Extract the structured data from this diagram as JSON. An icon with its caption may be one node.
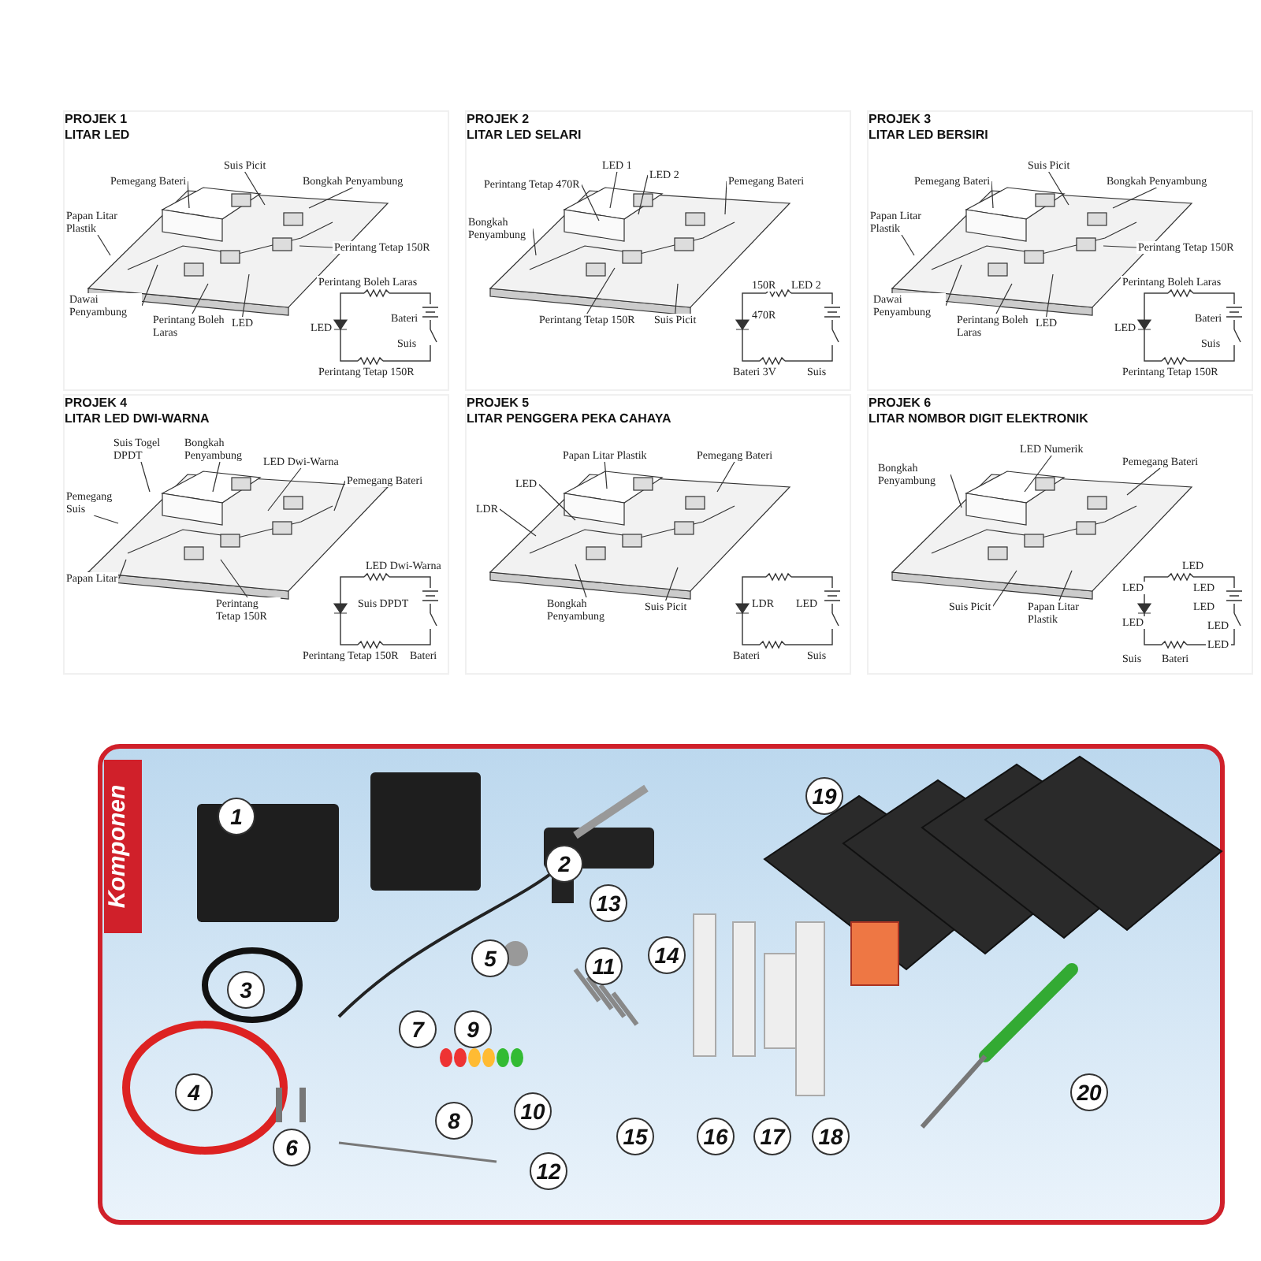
{
  "diagram": {
    "nodes": [
      {
        "text": [
          "PROJEK 1",
          "LITAR LED"
        ]
      },
      {
        "text": [
          "Suis Picit"
        ],
        "in": 0
      },
      {
        "text": [
          "Pemegang Bateri"
        ],
        "in": 0
      },
      {
        "text": [
          "Bongkah Penyambung"
        ],
        "in": 0
      },
      {
        "text": [
          "Papan Litar Plastik"
        ],
        "in": 0
      },
      {
        "text": [
          "Perintang Tetap 150R"
        ],
        "in": 0
      },
      {
        "text": [
          "Dawai Penyambung"
        ],
        "in": 0
      },
      {
        "text": [
          "Perintang Boleh Laras"
        ],
        "in": 0
      },
      {
        "text": [
          "LED"
        ],
        "in": 0
      },
      {
        "text": [
          "PROJEK 2",
          "LITAR LED SELARI"
        ]
      },
      {
        "text": [
          "LED 1"
        ],
        "in": 9
      },
      {
        "text": [
          "LED 2"
        ],
        "in": 9
      },
      {
        "text": [
          "Perintang Tetap 470R"
        ],
        "in": 9
      },
      {
        "text": [
          "Pemegang Bateri"
        ],
        "in": 9
      },
      {
        "text": [
          "Bongkah Penyambung"
        ],
        "in": 9
      },
      {
        "text": [
          "Perintang Tetap 150R"
        ],
        "in": 9
      },
      {
        "text": [
          "Suis Picit"
        ],
        "in": 9
      },
      {
        "text": [
          "PROJEK 3",
          "LITAR LED BERSIRI"
        ]
      },
      {
        "text": [
          "Pemegang Bateri"
        ],
        "in": 17
      },
      {
        "text": [
          "Suis Picit"
        ],
        "in": 17
      },
      {
        "text": [
          "Bongkah Penyambung"
        ],
        "in": 17
      },
      {
        "text": [
          "Papan Litar Plastik"
        ],
        "in": 17
      },
      {
        "text": [
          "Perintang Tetap 150R"
        ],
        "in": 17
      },
      {
        "text": [
          "Dawai Penyambung"
        ],
        "in": 17
      },
      {
        "text": [
          "Perintang Boleh Laras"
        ],
        "in": 17
      },
      {
        "text": [
          "LED"
        ],
        "in": 17
      },
      {
        "text": [
          "PROJEK 4",
          "LITAR LED DWI-WARNA"
        ]
      },
      {
        "text": [
          "Suis Togel DPDT"
        ],
        "in": 26
      },
      {
        "text": [
          "Bongkah Penyambung"
        ],
        "in": 26
      },
      {
        "text": [
          "LED Dwi-Warna"
        ],
        "in": 26
      },
      {
        "text": [
          "Pemegang Bateri"
        ],
        "in": 26
      },
      {
        "text": [
          "Pemegang Suis"
        ],
        "in": 26
      },
      {
        "text": [
          "Papan Litar"
        ],
        "in": 26
      },
      {
        "text": [
          "Perintang Tetap 150R"
        ],
        "in": 26
      },
      {
        "text": [
          "PROJEK 5",
          "LITAR PENGGERA PEKA CAHAYA"
        ]
      },
      {
        "text": [
          "Papan Litar Plastik"
        ],
        "in": 34
      },
      {
        "text": [
          "Pemegang Bateri"
        ],
        "in": 34
      },
      {
        "text": [
          "LED"
        ],
        "in": 34
      },
      {
        "text": [
          "LDR"
        ],
        "in": 34
      },
      {
        "text": [
          "Bongkah Penyambung"
        ],
        "in": 34
      },
      {
        "text": [
          "Suis Picit"
        ],
        "in": 34
      },
      {
        "text": [
          "PROJEK 6",
          "LITAR NOMBOR DIGIT ELEKTRONIK"
        ]
      },
      {
        "text": [
          "LED Numerik"
        ],
        "in": 41
      },
      {
        "text": [
          "Bongkah Penyambung"
        ],
        "in": 41
      },
      {
        "text": [
          "Pemegang Bateri"
        ],
        "in": 41
      },
      {
        "text": [
          "Suis Picit"
        ],
        "in": 41
      },
      {
        "text": [
          "Papan Litar Plastik"
        ],
        "in": 41
      },
      {
        "text": [
          "Komponen"
        ]
      }
    ],
    "edges": [
      {
        "from": 1,
        "to": null,
        "arrow": "none"
      },
      {
        "from": 2,
        "to": null,
        "arrow": "none"
      },
      {
        "from": 3,
        "to": null,
        "arrow": "none"
      },
      {
        "from": 4,
        "to": null,
        "arrow": "none"
      },
      {
        "from": 5,
        "to": null,
        "arrow": "none"
      },
      {
        "from": 6,
        "to": null,
        "arrow": "none"
      },
      {
        "from": 7,
        "to": null,
        "arrow": "none"
      },
      {
        "from": 8,
        "to": null,
        "arrow": "none"
      },
      {
        "from": 10,
        "to": null,
        "arrow": "none"
      },
      {
        "from": 11,
        "to": null,
        "arrow": "none"
      },
      {
        "from": 12,
        "to": null,
        "arrow": "none"
      },
      {
        "from": 13,
        "to": null,
        "arrow": "none"
      },
      {
        "from": 14,
        "to": null,
        "arrow": "none"
      },
      {
        "from": 15,
        "to": null,
        "arrow": "none"
      },
      {
        "from": 16,
        "to": null,
        "arrow": "none"
      },
      {
        "from": 18,
        "to": null,
        "arrow": "none"
      },
      {
        "from": 19,
        "to": null,
        "arrow": "none"
      },
      {
        "from": 20,
        "to": null,
        "arrow": "none"
      },
      {
        "from": 21,
        "to": null,
        "arrow": "none"
      },
      {
        "from": 22,
        "to": null,
        "arrow": "none"
      },
      {
        "from": 23,
        "to": null,
        "arrow": "none"
      },
      {
        "from": 24,
        "to": null,
        "arrow": "none"
      },
      {
        "from": 25,
        "to": null,
        "arrow": "none"
      },
      {
        "from": 27,
        "to": null,
        "arrow": "none"
      },
      {
        "from": 28,
        "to": null,
        "arrow": "none"
      },
      {
        "from": 29,
        "to": null,
        "arrow": "none"
      },
      {
        "from": 30,
        "to": null,
        "arrow": "none"
      },
      {
        "from": 31,
        "to": null,
        "arrow": "none"
      },
      {
        "from": 32,
        "to": null,
        "arrow": "none"
      },
      {
        "from": 33,
        "to": null,
        "arrow": "none"
      },
      {
        "from": 35,
        "to": null,
        "arrow": "none"
      },
      {
        "from": 36,
        "to": null,
        "arrow": "none"
      },
      {
        "from": 37,
        "to": null,
        "arrow": "none"
      },
      {
        "from": 38,
        "to": null,
        "arrow": "none"
      },
      {
        "from": 39,
        "to": null,
        "arrow": "none"
      },
      {
        "from": 40,
        "to": null,
        "arrow": "none"
      },
      {
        "from": 42,
        "to": null,
        "arrow": "none"
      },
      {
        "from": 43,
        "to": null,
        "arrow": "none"
      },
      {
        "from": 44,
        "to": null,
        "arrow": "none"
      },
      {
        "from": 45,
        "to": null,
        "arrow": "none"
      },
      {
        "from": 46,
        "to": null,
        "arrow": "none"
      }
    ],
    "labels": [
      "Perintang Boleh Laras",
      "Bateri",
      "LED",
      "Suis",
      "Perintang Tetap 150R",
      "150R",
      "LED 2",
      "470R",
      "Bateri 3V",
      "Suis",
      "Perintang Boleh Laras",
      "Bateri",
      "LED",
      "Suis",
      "Perintang Tetap 150R",
      "LED Dwi-Warna",
      "Suis DPDT",
      "Perintang Tetap 150R",
      "Bateri",
      "LDR",
      "LED",
      "Bateri",
      "Suis",
      "LED",
      "LED",
      "LED",
      "LED",
      "LED",
      "LED",
      "LED",
      "Suis",
      "Bateri",
      "1",
      "2",
      "3",
      "4",
      "5",
      "6",
      "7",
      "8",
      "9",
      "10",
      "11",
      "12",
      "13",
      "14",
      "15",
      "16",
      "17",
      "18",
      "19",
      "20"
    ]
  }
}
